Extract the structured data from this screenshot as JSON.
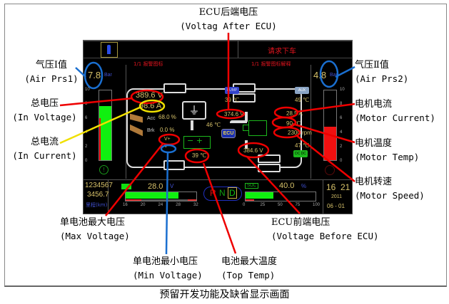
{
  "annotations": {
    "ecu_after": {
      "cn": "ECU后端电压",
      "en": "(Voltag After ECU)"
    },
    "air_prs1": {
      "cn": "气压Ⅰ值",
      "en": "(Air Prs1)"
    },
    "in_voltage": {
      "cn": "总电压",
      "en": "(In Voltage)"
    },
    "in_current": {
      "cn": "总电流",
      "en": "(In Current)"
    },
    "air_prs2": {
      "cn": "气压Ⅱ值",
      "en": "(Air Prs2)"
    },
    "motor_current": {
      "cn": "电机电流",
      "en": "(Motor Current)"
    },
    "motor_temp": {
      "cn": "电机温度",
      "en": "(Motor Temp)"
    },
    "motor_speed": {
      "cn": "电机转速",
      "en": "(Motor Speed)"
    },
    "max_voltage": {
      "cn": "单电池最大电压",
      "en": "(Max Voltage)"
    },
    "ecu_before": {
      "cn": "ECU前端电压",
      "en": "(Voltage Before ECU)"
    },
    "min_voltage": {
      "cn": "单电池最小电压",
      "en": "(Min Voltage)"
    },
    "top_temp": {
      "cn": "电池最大温度",
      "en": "(Top Temp)"
    }
  },
  "caption": "预留开发功能及缺省显示画面",
  "screen": {
    "header": {
      "alarm_icon_left": "1/1 报警图标",
      "request_text": "请求下车",
      "alarm_icon_right": "1/1 报警图标解释"
    },
    "air1": {
      "value": "7.8",
      "unit": "Bar",
      "scale": [
        "10",
        "8",
        "6",
        "4",
        "2",
        "0"
      ],
      "fill_fraction": 0.78
    },
    "air2": {
      "value": "4.8",
      "unit": "Bar",
      "scale": [
        "10",
        "8",
        "6",
        "4",
        "2",
        "0"
      ],
      "fill_fraction": 0.48
    },
    "total_voltage": {
      "value": "389.6",
      "unit": "V"
    },
    "total_current": {
      "value": "98.6",
      "unit": "A"
    },
    "acc": {
      "label": "Acc",
      "value": "68.0 %"
    },
    "brk": {
      "label": "Brk",
      "value": "0.0 %"
    },
    "vmax_label": "V+",
    "vmin_label": "V-",
    "pump": {
      "label": "PUMP",
      "temp": "39 ℃"
    },
    "aux": {
      "label": "AUX",
      "temp": "49 ℃"
    },
    "ecu_after_voltage": "374.6 V",
    "ecu_temp": "46 ℃",
    "ecu_label": "ECU",
    "ecu_before_voltage": "384.6 V",
    "battery_temp": "39 ℃",
    "motor_current": "28.5 A",
    "motor_temp": "90 ℃",
    "motor_speed": "2300 rpm",
    "dcdc": {
      "label": "DC DC",
      "temp": "47 ℃"
    },
    "odometer": {
      "total": "1234567",
      "trip": "3456.7",
      "unit_label": "里程(km)"
    },
    "low_voltage": {
      "value": "28.0",
      "unit": "V",
      "ticks": [
        "16",
        "20",
        "24",
        "28",
        "32"
      ],
      "fill_fraction": 0.75
    },
    "gear": {
      "r": "R",
      "n": "N",
      "d": "D"
    },
    "soc": {
      "label": "SOC",
      "value": "40.0",
      "unit": "%",
      "ticks": [
        "0",
        "25",
        "50",
        "75",
        "100"
      ],
      "fill_fraction": 0.4
    },
    "clock": {
      "time_h": "16",
      "time_m": "21",
      "year": "2011",
      "date": "06 - 01"
    }
  }
}
